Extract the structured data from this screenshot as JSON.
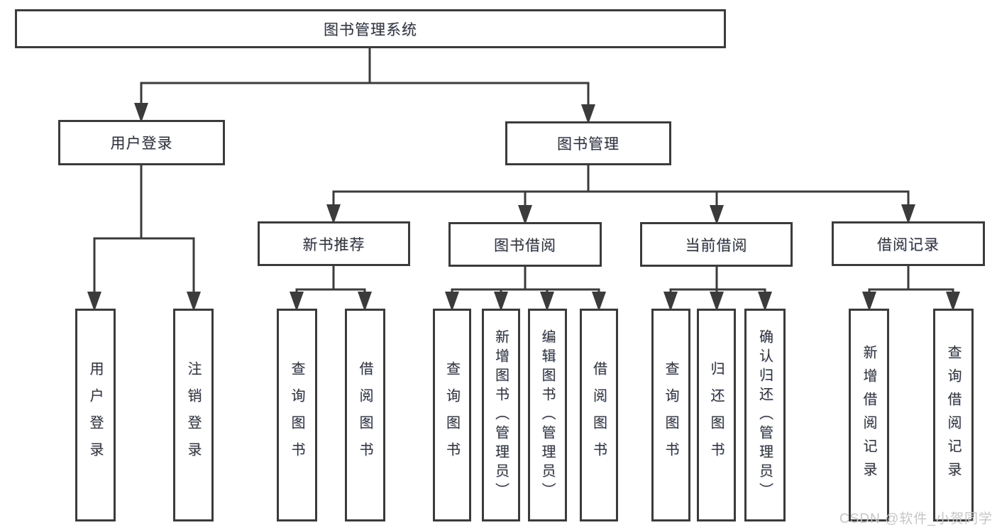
{
  "tree": {
    "label": "图书管理系统",
    "children": [
      {
        "label": "用户登录",
        "children": [
          {
            "label": "用户登录"
          },
          {
            "label": "注销登录"
          }
        ]
      },
      {
        "label": "图书管理",
        "children": [
          {
            "label": "新书推荐",
            "children": [
              {
                "label": "查询图书"
              },
              {
                "label": "借阅图书"
              }
            ]
          },
          {
            "label": "图书借阅",
            "children": [
              {
                "label": "查询图书"
              },
              {
                "label": "新增图书（管理员）"
              },
              {
                "label": "编辑图书（管理员）"
              },
              {
                "label": "借阅图书"
              }
            ]
          },
          {
            "label": "当前借阅",
            "children": [
              {
                "label": "查询图书"
              },
              {
                "label": "归还图书"
              },
              {
                "label": "确认归还（管理员）"
              }
            ]
          },
          {
            "label": "借阅记录",
            "children": [
              {
                "label": "新增借阅记录"
              },
              {
                "label": "查询借阅记录"
              }
            ]
          }
        ]
      }
    ]
  },
  "watermark": {
    "text": "CSDN @软件_小贺同学"
  },
  "colors": {
    "line": "#3b3b3b",
    "text": "#333333",
    "background": "#ffffff",
    "watermark": "#c6c6c6"
  }
}
